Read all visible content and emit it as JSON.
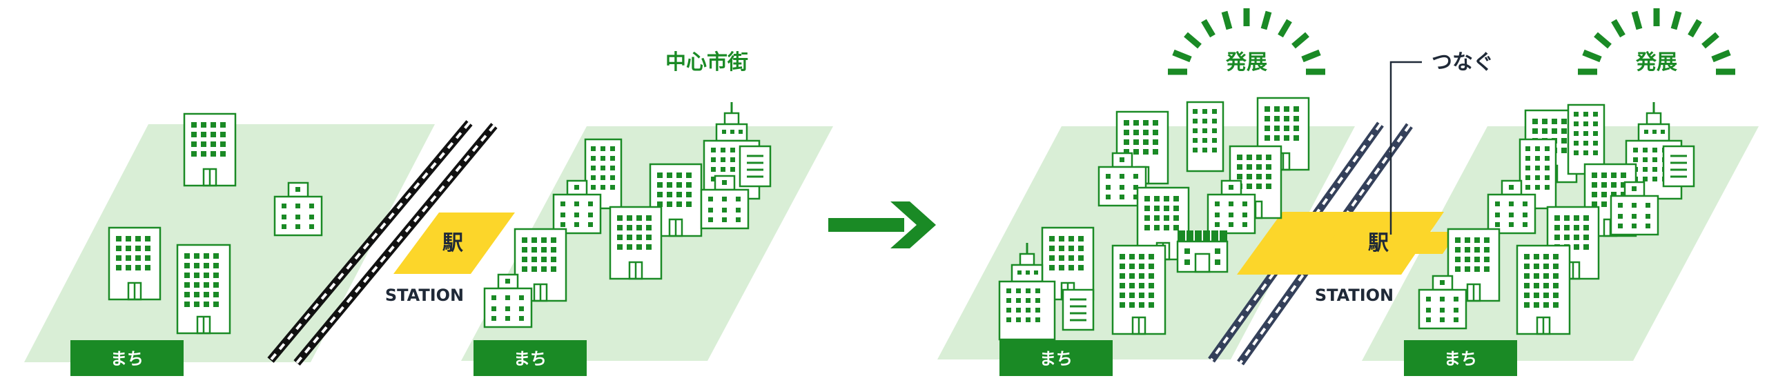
{
  "left_scene": {
    "town_left_label": "まち",
    "town_right_label": "まち",
    "station_char": "駅",
    "station_label": "STATION",
    "center_label": "中心市街"
  },
  "arrow": {
    "icon": "right-arrow-icon"
  },
  "right_scene": {
    "town_left_label": "まち",
    "town_right_label": "まち",
    "station_char": "駅",
    "station_label": "STATION",
    "develop_left_label": "発展",
    "develop_right_label": "発展",
    "connect_label": "つなぐ"
  },
  "colors": {
    "ground": "#d9eed6",
    "brand_green": "#1a8a25",
    "station_yellow": "#fcd62a",
    "track_dark_left": "#111111",
    "track_dark_right": "#34405a",
    "text_dark": "#1f2937"
  }
}
